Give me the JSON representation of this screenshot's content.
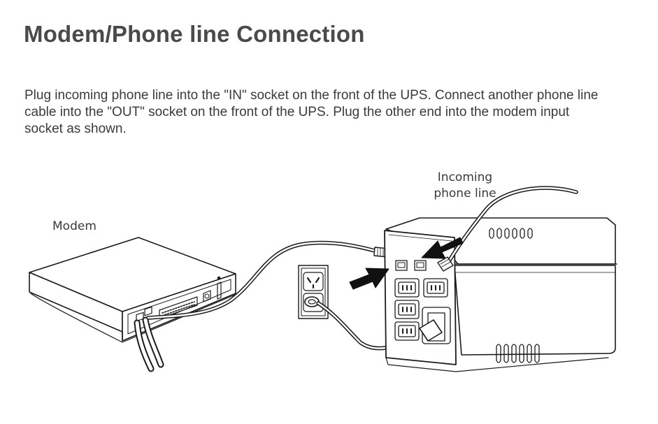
{
  "heading": "Modem/Phone line Connection",
  "paragraph": "Plug incoming phone line into the \"IN\" socket on the front of the UPS. Connect another phone line cable into the \"OUT\" socket on the front of the UPS. Plug the other end into the modem input socket as shown.",
  "diagram": {
    "modem_label": "Modem",
    "incoming_label_line1": "Incoming",
    "incoming_label_line2": "phone line"
  },
  "colors": {
    "heading": "#4a4a4a",
    "text": "#3b3b3b",
    "line_art": "#1a1a1a",
    "arrow_fill": "#111111"
  }
}
